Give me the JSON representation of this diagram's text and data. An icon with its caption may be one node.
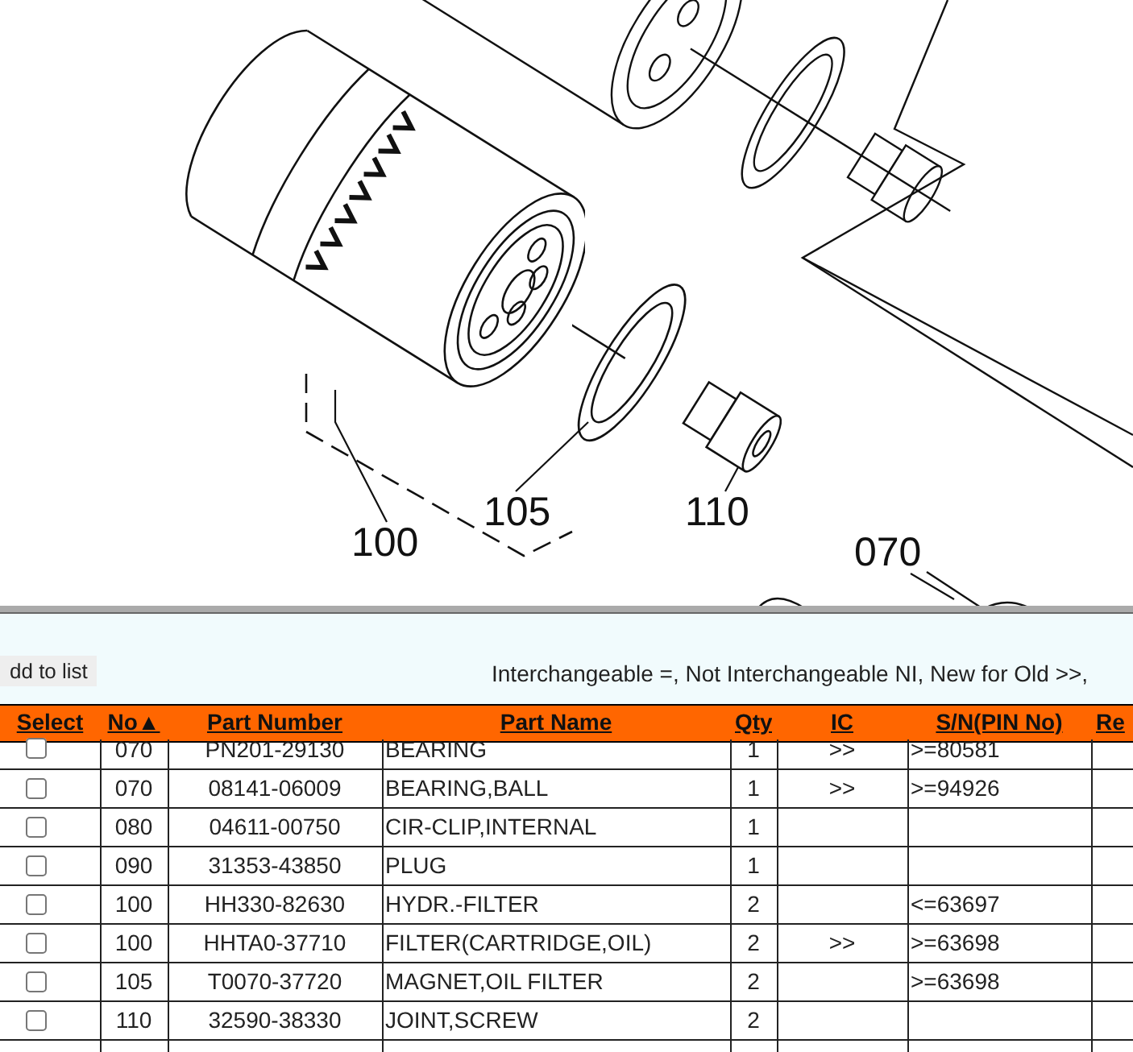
{
  "diagram": {
    "nodes": [
      {
        "text": [
          "100"
        ]
      },
      {
        "text": [],
        "shape": "picture"
      },
      {
        "text": [
          "105"
        ]
      },
      {
        "text": [],
        "shape": "picture"
      },
      {
        "text": [
          "110"
        ]
      },
      {
        "text": [],
        "shape": "picture"
      },
      {
        "text": [
          "070"
        ]
      }
    ],
    "edges": [
      {
        "from": 0,
        "to": 1,
        "arrow": "none"
      },
      {
        "from": 2,
        "to": 3,
        "arrow": "none"
      },
      {
        "from": 4,
        "to": 5,
        "arrow": "none"
      },
      {
        "from": 6,
        "to": null,
        "arrow": "none"
      }
    ],
    "labels": [
      "dd to list",
      "Interchangeable =, Not Interchangeable NI, New for Old >>,",
      "Select",
      "No▲",
      "Part Number",
      "Part Name",
      "Qty",
      "IC",
      "S/N(PIN No)",
      "Re",
      "070",
      "PN201-29130",
      "BEARING",
      "1",
      ">>",
      ">=80581",
      "070",
      "08141-06009",
      "BEARING,BALL",
      "1",
      ">>",
      ">=94926",
      "080",
      "04611-00750",
      "CIR-CLIP,INTERNAL",
      "1",
      "090",
      "31353-43850",
      "PLUG",
      "1",
      "100",
      "HH330-82630",
      "HYDR.-FILTER",
      "2",
      "<=63697",
      "100",
      "HHTA0-37710",
      "FILTER(CARTRIDGE,OIL)",
      "2",
      ">>",
      ">=63698",
      "105",
      "T0070-37720",
      "MAGNET,OIL FILTER",
      "2",
      ">=63698",
      "110",
      "32590-38330",
      "JOINT,SCREW",
      "2"
    ]
  }
}
